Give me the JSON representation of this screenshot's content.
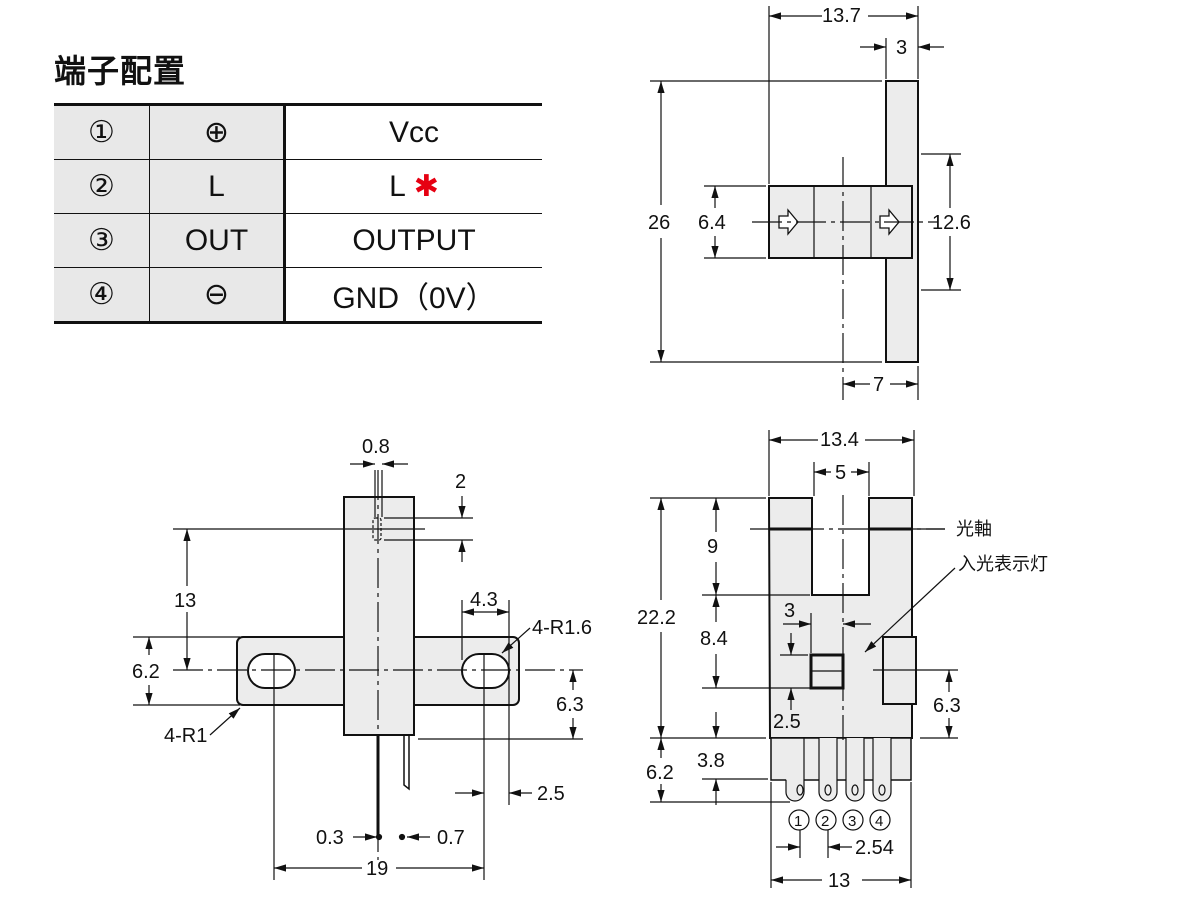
{
  "title": "端子配置",
  "pin_table": {
    "rows": [
      {
        "no": "①",
        "symbol": "⊕",
        "name": "Vcc",
        "mark": ""
      },
      {
        "no": "②",
        "symbol": "L",
        "name": "L",
        "mark": "✱"
      },
      {
        "no": "③",
        "symbol": "OUT",
        "name": "OUTPUT",
        "mark": ""
      },
      {
        "no": "④",
        "symbol": "⊖",
        "name": "GND（0V）",
        "mark": ""
      }
    ],
    "mark_color": "#e60012"
  },
  "side_view": {
    "dims": {
      "width_total": "13.7",
      "flange_thickness": "3",
      "height_total": "26",
      "slot_height": "6.4",
      "flange_mid": "12.6",
      "axis_to_back": "7"
    }
  },
  "front_view": {
    "dims": {
      "pin_width": "0.8",
      "pin_offset": "2",
      "axis_to_mount": "13",
      "flange_height": "6.2",
      "hole_length": "4.3",
      "hole_radius": "4-R1.6",
      "corner_radius": "4-R1",
      "mount_to_bottom": "6.3",
      "edge_to_hole": "2.5",
      "lead_thickness": "0.3",
      "lead_width": "0.7",
      "hole_pitch": "19"
    }
  },
  "bottom_view": {
    "dims": {
      "width_top": "13.4",
      "slot_width": "5",
      "axis_depth": "9",
      "height_total": "22.2",
      "lower_height": "8.4",
      "led_width": "3",
      "led_offset": "2.5",
      "lead_length": "6.2",
      "lead_base": "3.8",
      "mount_right": "6.3",
      "pin_pitch": "2.54",
      "width_bottom": "13"
    },
    "labels": {
      "optical_axis": "光軸",
      "indicator": "入光表示灯"
    },
    "pin_numbers": [
      "①",
      "②",
      "③",
      "④"
    ]
  }
}
